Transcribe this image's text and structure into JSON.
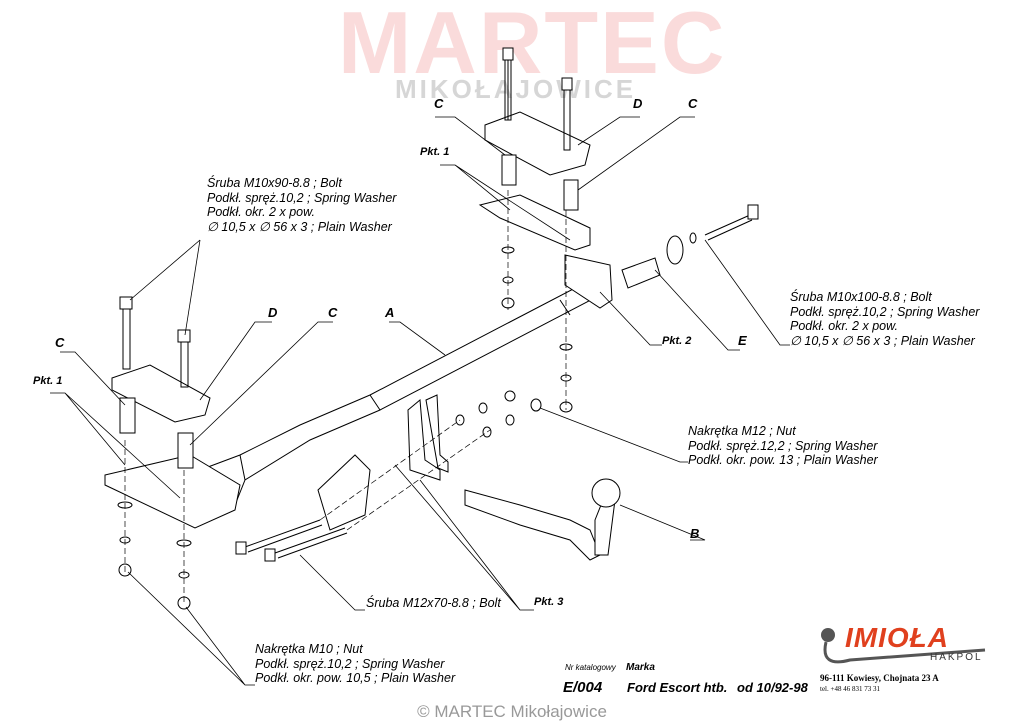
{
  "watermark": {
    "title": "MARTEC",
    "subtitle": "MIKOŁAJOWICE"
  },
  "labels": {
    "c1": "C",
    "d1": "D",
    "c2": "C",
    "pkt1_top": "Pkt. 1",
    "d2": "D",
    "c3": "C",
    "a": "A",
    "c4": "C",
    "pkt1_left": "Pkt. 1",
    "pkt2": "Pkt. 2",
    "e": "E",
    "b": "B",
    "pkt3": "Pkt. 3"
  },
  "notes": {
    "bolt_m10x90": [
      "Śruba M10x90-8.8 ;  Bolt",
      "Podkł. spręż.10,2 ; Spring Washer",
      "Podkł. okr. 2 x pow.",
      "∅ 10,5 x ∅ 56 x 3 ; Plain Washer"
    ],
    "bolt_m10x100": [
      "Śruba M10x100-8.8 ;  Bolt",
      "Podkł. spręż.10,2 ; Spring Washer",
      "Podkł. okr. 2 x pow.",
      "∅ 10,5 x ∅ 56 x 3 ; Plain Washer"
    ],
    "nut_m12": [
      "Nakrętka  M12 ; Nut",
      "Podkł. spręż.12,2 ; Spring Washer",
      "Podkł. okr. pow. 13 ; Plain Washer"
    ],
    "bolt_m12x70": "Śruba M12x70-8.8 ;  Bolt",
    "nut_m10": [
      "Nakrętka  M10 ; Nut",
      "Podkł. spręż.10,2 ; Spring Washer",
      "Podkł. okr. pow. 10,5 ; Plain Washer"
    ]
  },
  "titleblock": {
    "catalog_label": "Nr katalogowy",
    "brand_label": "Marka",
    "catalog_no": "E/004",
    "model": "Ford Escort htb.",
    "years": "od 10/92-98"
  },
  "logo": {
    "name": "IMIOŁA",
    "sub": "HAKPOL",
    "address": "96-111 Kowiesy, Chojnata 23 A",
    "tel": "tel. +48 46 831 73 31",
    "color": "#e0401e"
  },
  "footer": "© MARTEC Mikołajowice"
}
